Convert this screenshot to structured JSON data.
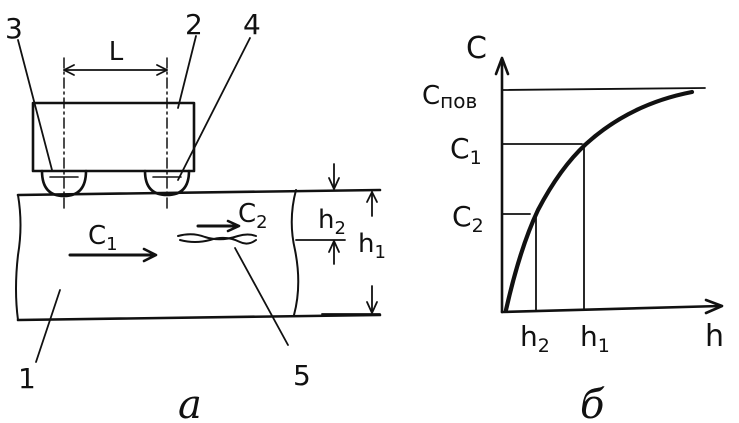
{
  "diagram_a": {
    "num_1": "1",
    "num_2": "2",
    "num_3": "3",
    "num_4": "4",
    "num_5": "5",
    "label_L": "L",
    "label_C1": "C",
    "label_C1_sub": "1",
    "label_C2": "C",
    "label_C2_sub": "2",
    "label_h2": "h",
    "label_h2_sub": "2",
    "label_h1": "h",
    "label_h1_sub": "1",
    "caption": "а"
  },
  "diagram_b": {
    "axis_y": "C",
    "axis_x": "h",
    "tick_cpov": "C",
    "tick_cpov_sub": "пов",
    "tick_c1": "C",
    "tick_c1_sub": "1",
    "tick_c2": "C",
    "tick_c2_sub": "2",
    "tick_h2": "h",
    "tick_h2_sub": "2",
    "tick_h1": "h",
    "tick_h1_sub": "1",
    "caption": "б"
  }
}
